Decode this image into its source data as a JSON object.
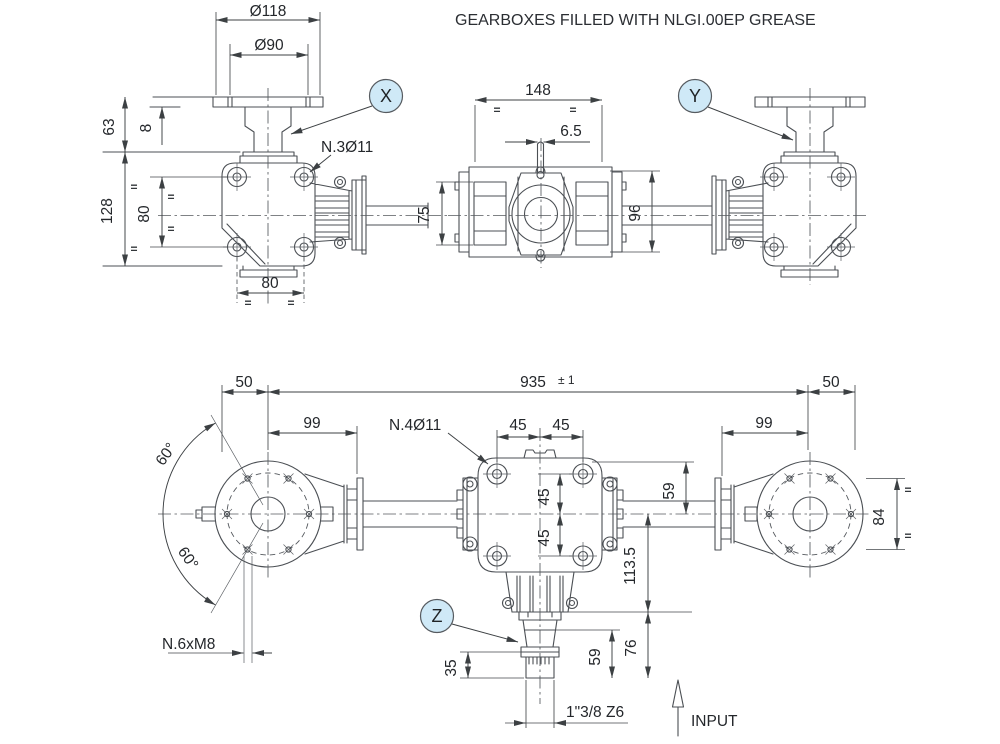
{
  "title": "GEARBOXES FILLED WITH NLGI.00EP GREASE",
  "eq": "=",
  "colors": {
    "label_fill": "#cfe9f7",
    "line": "#4b4f54"
  },
  "view_labels": {
    "x": "X",
    "y": "Y",
    "z": "Z"
  },
  "top_left_view": {
    "flange_diameter": "Ø118",
    "bolt_circle_diameter": "Ø90",
    "height_63": "63",
    "flange_thickness_8": "8",
    "height_128": "128",
    "hole_pitch_vertical_80": "80",
    "hole_pitch_horizontal_80": "80",
    "holes_note": "N.3Ø11"
  },
  "top_center_view": {
    "width_148": "148",
    "slot_6_5": "6.5",
    "height_75": "75",
    "height_96": "96"
  },
  "bottom_view": {
    "offset_left_50": "50",
    "overall_935": "935",
    "tolerance": "± 1",
    "offset_right_50": "50",
    "span_left_99": "99",
    "span_right_99": "99",
    "holes_note": "N.4Ø11",
    "pitch_45_left": "45",
    "pitch_45_right": "45",
    "pitch_45_upper": "45",
    "pitch_45_lower": "45",
    "height_59_upper": "59",
    "depth_113_5": "113.5",
    "shaft_76": "76",
    "shaft_59": "59",
    "shaft_35": "35",
    "spline": "1\"3/8 Z6",
    "input_label": "INPUT",
    "angle_upper": "60°",
    "angle_lower": "60°",
    "tapped_holes_note": "N.6xM8",
    "flange_height_84": "84"
  }
}
